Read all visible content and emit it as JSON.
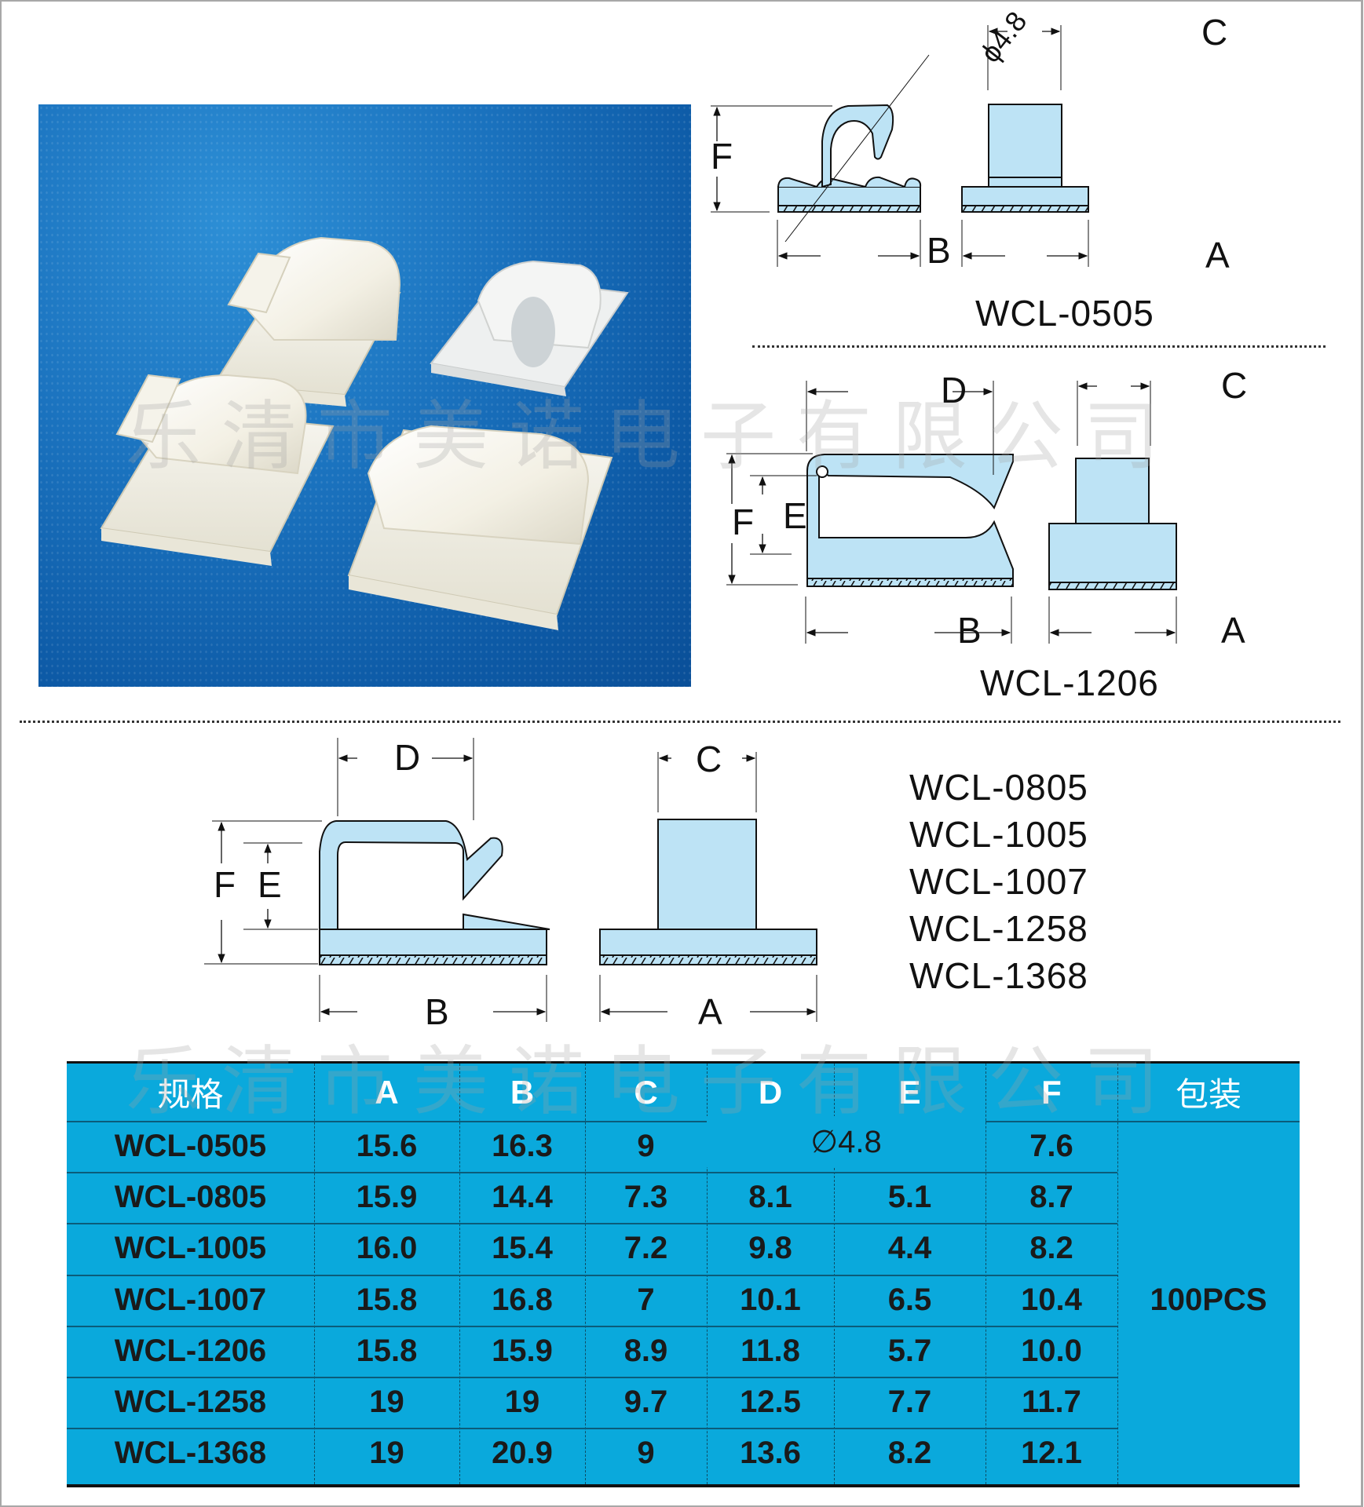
{
  "watermark": "乐清市美诺电子有限公司",
  "photo": {
    "alt": "product-photo-white-nylon-cable-clips-on-blue-background",
    "item_count": 4
  },
  "drawings": {
    "wcl_0505": {
      "model": "WCL-0505",
      "diameter_label": "ϕ4.8",
      "labels": {
        "F": "F",
        "B": "B",
        "C": "C",
        "A": "A"
      }
    },
    "wcl_1206": {
      "model": "WCL-1206",
      "labels": {
        "D": "D",
        "C": "C",
        "F": "F",
        "E": "E",
        "B": "B",
        "A": "A"
      }
    },
    "generic": {
      "labels": {
        "D": "D",
        "C": "C",
        "F": "F",
        "E": "E",
        "B": "B",
        "A": "A"
      },
      "models": [
        "WCL-0805",
        "WCL-1005",
        "WCL-1007",
        "WCL-1258",
        "WCL-1368"
      ]
    }
  },
  "table": {
    "headers": [
      "规格",
      "A",
      "B",
      "C",
      "D",
      "E",
      "F",
      "包装"
    ],
    "merged_de_0505": "∅4.8",
    "packaging": "100PCS",
    "rows": [
      {
        "model": "WCL-0505",
        "A": "15.6",
        "B": "16.3",
        "C": "9",
        "D": "",
        "E": "",
        "F": "7.6"
      },
      {
        "model": "WCL-0805",
        "A": "15.9",
        "B": "14.4",
        "C": "7.3",
        "D": "8.1",
        "E": "5.1",
        "F": "8.7"
      },
      {
        "model": "WCL-1005",
        "A": "16.0",
        "B": "15.4",
        "C": "7.2",
        "D": "9.8",
        "E": "4.4",
        "F": "8.2"
      },
      {
        "model": "WCL-1007",
        "A": "15.8",
        "B": "16.8",
        "C": "7",
        "D": "10.1",
        "E": "6.5",
        "F": "10.4"
      },
      {
        "model": "WCL-1206",
        "A": "15.8",
        "B": "15.9",
        "C": "8.9",
        "D": "11.8",
        "E": "5.7",
        "F": "10.0"
      },
      {
        "model": "WCL-1258",
        "A": "19",
        "B": "19",
        "C": "9.7",
        "D": "12.5",
        "E": "7.7",
        "F": "11.7"
      },
      {
        "model": "WCL-1368",
        "A": "19",
        "B": "20.9",
        "C": "9",
        "D": "13.6",
        "E": "8.2",
        "F": "12.1"
      }
    ]
  },
  "colors": {
    "table_bg": "#0aa9dc",
    "drawing_fill": "#bde3f5",
    "photo_bg": "#1b73bf",
    "header_text": "#ffffff",
    "body_text": "#1a1a1a"
  }
}
